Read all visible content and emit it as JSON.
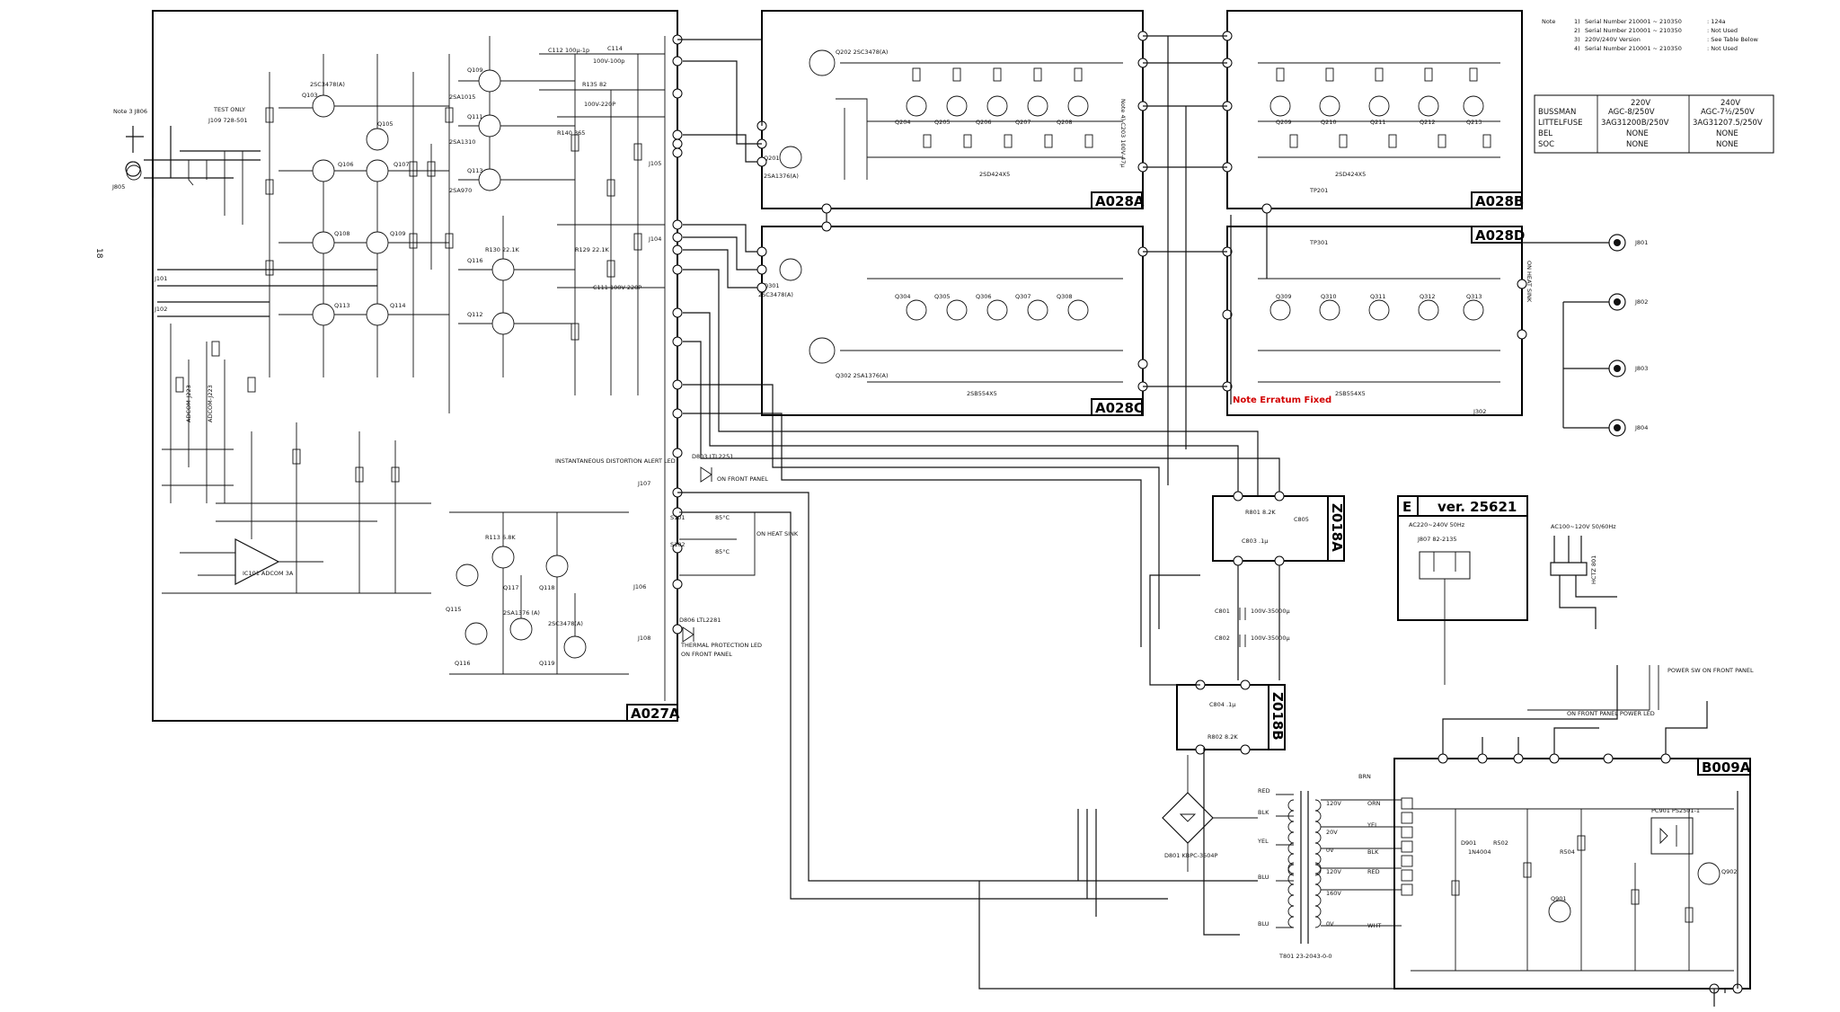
{
  "page_number": "18",
  "boards": {
    "a027a": "A027A",
    "a028a": "A028A",
    "a028b": "A028B",
    "a028c": "A028C",
    "a028d": "A028D",
    "z018a": "Z018A",
    "z018b": "Z018B",
    "b009a": "B009A"
  },
  "version_box": {
    "e_label": "E",
    "ver_label": "ver. 25621",
    "ac_label": "AC220~240V 50Hz",
    "jack_label": "J807 82-2135"
  },
  "ac_input": "AC100~120V 50/60Hz",
  "erratum": "Note Erratum Fixed",
  "notes": {
    "title": "Note",
    "lines": [
      {
        "num": "1)",
        "text": "Serial Number 210001 ~ 210350",
        "val": ": 124a"
      },
      {
        "num": "2)",
        "text": "Serial Number 210001 ~ 210350",
        "val": ": Not Used"
      },
      {
        "num": "3)",
        "text": "220V/240V Version",
        "val": ": See Table Below"
      },
      {
        "num": "4)",
        "text": "Serial Number 210001 ~ 210350",
        "val": ": Not Used"
      }
    ]
  },
  "fuse_table": {
    "headers": [
      "",
      "220V",
      "240V"
    ],
    "rows": [
      [
        "BUSSMAN",
        "AGC-8/250V",
        "AGC-7½/250V"
      ],
      [
        "LITTELFUSE",
        "3AG31200B/250V",
        "3AG31207.5/250V"
      ],
      [
        "BEL",
        "NONE",
        "NONE"
      ],
      [
        "SOC",
        "NONE",
        "NONE"
      ]
    ]
  },
  "labels": {
    "instant_led": "INSTANTANEOUS DISTORTION ALERT LED",
    "on_front_panel": "ON FRONT PANEL",
    "thermal_led": "THERMAL PROTECTION LED",
    "on_front_panel2": "ON FRONT PANEL",
    "on_heat_sink": "ON HEAT SINK",
    "on_heat_sink2": "ON HEAT SINK",
    "power_sw": "POWER SW ON FRONT PANEL",
    "power_led": "ON FRONT PANEL POWER LED",
    "transformer": "T801 23-2043-0-0",
    "bridge": "D801 KBPC-3504P",
    "cap1": "100V-35000µ",
    "cap2": "100V-35000µ",
    "test_only": "TEST ONLY",
    "test_jack": "J109 728-501",
    "note_jack": "Note 3 J806",
    "j805": "J805",
    "ic101": "IC101 ADCOM 3A",
    "q201_type": "2SA1376(A)",
    "a028a_series": "2SD424X5",
    "a028b_series": "2SD424X5",
    "a028c_series": "2SB554X5",
    "a028d_series": "2SB554X5",
    "tp201": "TP201",
    "tp301": "TP301",
    "pc901": "PC901 PS2501-1",
    "j801": "J801",
    "j802": "J802",
    "j803": "J803",
    "j804": "J804"
  },
  "transformer_taps": {
    "primary_left": [
      "RED",
      "BLK",
      "YEL",
      "BLU",
      "BLU"
    ],
    "secondary": [
      "120V",
      "20V",
      "0V",
      "120V",
      "160V",
      "0V"
    ],
    "right": [
      "BRN",
      "ORN",
      "YEL",
      "BLK",
      "RED",
      "WHT"
    ]
  }
}
